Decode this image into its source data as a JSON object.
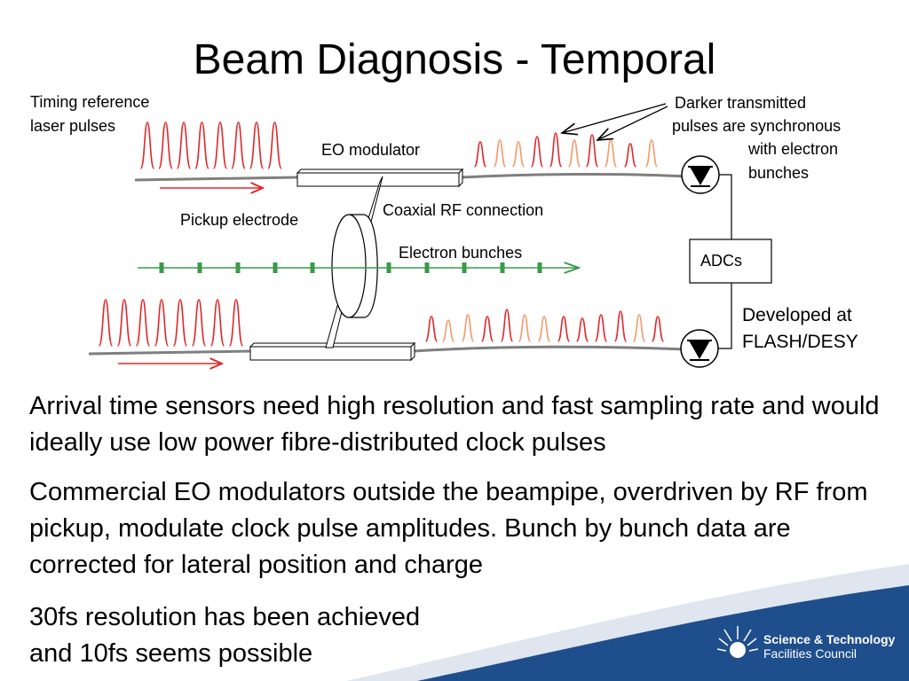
{
  "slide": {
    "title": "Beam Diagnosis - Temporal"
  },
  "diagram": {
    "labels": {
      "timing_line1": "Timing reference",
      "timing_line2": "laser pulses",
      "darker_line1": "Darker transmitted",
      "darker_line2": "pulses are synchronous",
      "darker_line3": "with electron",
      "darker_line4": "bunches",
      "eo_modulator": "EO modulator",
      "coaxial": "Coaxial RF connection",
      "pickup": "Pickup electrode",
      "electron_bunches": "Electron bunches",
      "adcs": "ADCs",
      "developed_line1": "Developed at",
      "developed_line2": "FLASH/DESY"
    },
    "colors": {
      "pulse_red": "#e0282a",
      "pulse_orange": "#f29a6b",
      "bunch_green": "#3a9a4a",
      "fibre_grey": "#7f7f7f",
      "arrow_red": "#e0282a"
    }
  },
  "body": {
    "p1": "Arrival time sensors need high resolution and fast sampling rate and would ideally use low power fibre-distributed clock pulses",
    "p2": "Commercial EO modulators outside the beampipe, overdriven by RF from pickup, modulate clock pulse amplitudes. Bunch by bunch data are corrected for lateral position and charge",
    "p3_line1": "30fs resolution has been achieved",
    "p3_line2": "and 10fs seems possible"
  },
  "footer": {
    "logo_line1": "Science & Technology",
    "logo_line2": "Facilities Council",
    "band_color": "#1f4e8c"
  }
}
